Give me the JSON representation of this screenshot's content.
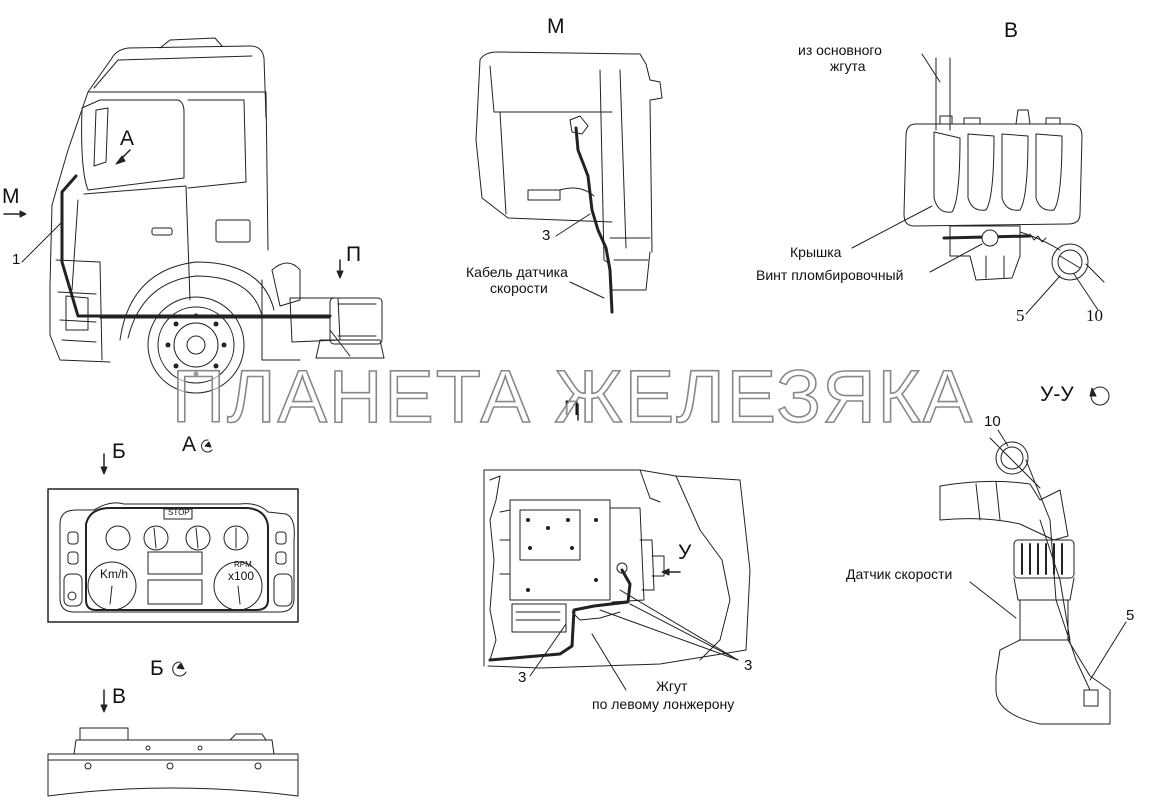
{
  "views": {
    "m_top": "М",
    "b_top": "В",
    "m_left": "М",
    "a_arrow": "А",
    "p_arrow": "П",
    "a_view": "А",
    "b_arrow": "Б",
    "p_view": "П",
    "uu_view": "У-У",
    "b_view": "Б",
    "v_arrow": "В",
    "u_arrow": "У"
  },
  "callouts": {
    "n1": "1",
    "n3_m": "3",
    "n5_b": "5",
    "n10_b": "10",
    "n10_u": "10",
    "n5_u": "5",
    "n3_p_left": "3",
    "n3_p_right": "3"
  },
  "labels": {
    "main_harness": [
      "из основного",
      "жгута"
    ],
    "cover": "Крышка",
    "seal_screw": "Винт пломбировочный",
    "speed_cable": [
      "Кабель датчика",
      "скорости"
    ],
    "speed_sensor": "Датчик скорости",
    "harness_left": [
      "Жгут",
      "по левому лонжерону"
    ]
  },
  "dashboard": {
    "stop": "STOP",
    "kmh": "Km/h",
    "rpm": "RPM",
    "x100": "x100"
  },
  "watermark": "ПЛАНЕТА ЖЕЛЕЗЯКА"
}
